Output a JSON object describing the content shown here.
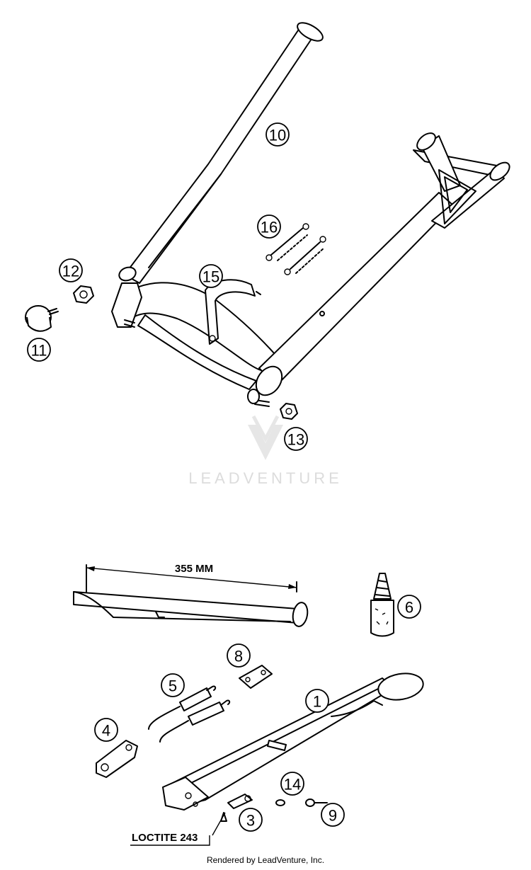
{
  "callouts": [
    {
      "id": "10",
      "label": "10"
    },
    {
      "id": "16",
      "label": "16"
    },
    {
      "id": "15",
      "label": "15"
    },
    {
      "id": "12",
      "label": "12"
    },
    {
      "id": "11",
      "label": "11"
    },
    {
      "id": "13",
      "label": "13"
    },
    {
      "id": "6",
      "label": "6"
    },
    {
      "id": "8",
      "label": "8"
    },
    {
      "id": "5",
      "label": "5"
    },
    {
      "id": "1",
      "label": "1"
    },
    {
      "id": "4",
      "label": "4"
    },
    {
      "id": "14",
      "label": "14"
    },
    {
      "id": "3",
      "label": "3"
    },
    {
      "id": "9",
      "label": "9"
    }
  ],
  "dimension_label": "355 MM",
  "loctite_label": "LOCTITE 243",
  "watermark": "LEADVENTURE",
  "footer": "Rendered by LeadVenture, Inc."
}
